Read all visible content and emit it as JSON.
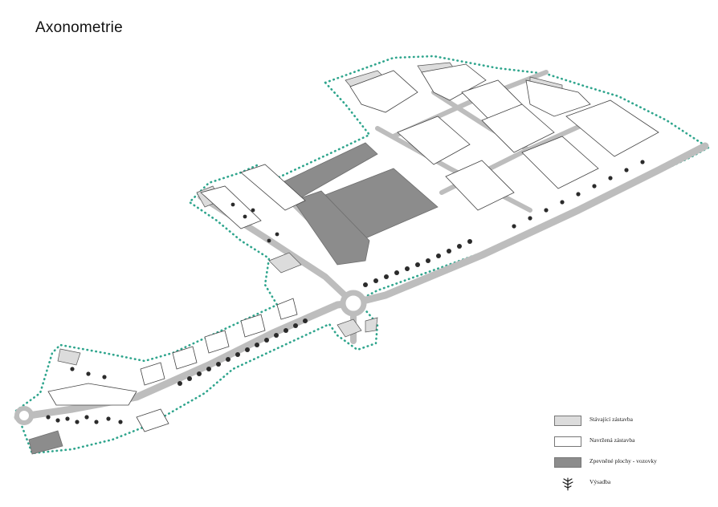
{
  "title": "Axonometrie",
  "colors": {
    "boundary": "#2fa58d",
    "existing": "#dcdcdc",
    "proposed": "#ffffff",
    "paved": "#8c8c8c",
    "tree": "#2b2b2b"
  },
  "legend": [
    {
      "label": "Stávající zástavba",
      "swatch": "existing"
    },
    {
      "label": "Navržená zástavba",
      "swatch": "proposed"
    },
    {
      "label": "Zpevněné plochy - vozovky",
      "swatch": "paved"
    },
    {
      "label": "Výsadba",
      "swatch": "tree-icon"
    }
  ]
}
